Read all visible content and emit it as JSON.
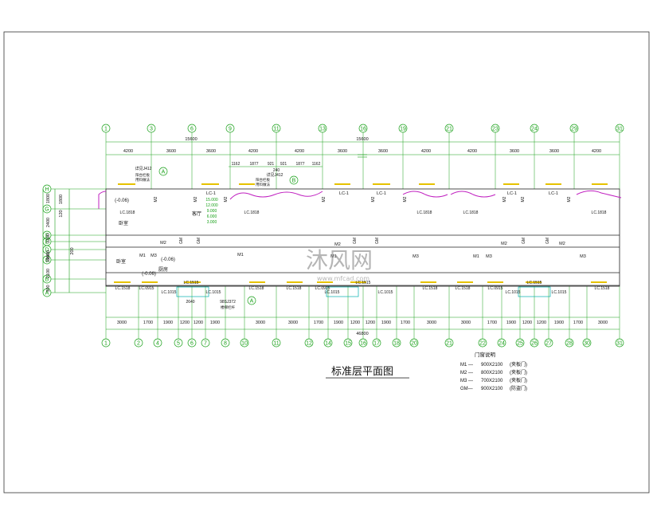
{
  "grid": {
    "top_axes": [
      "1",
      "3",
      "6",
      "9",
      "11",
      "13",
      "16",
      "19",
      "21",
      "23",
      "24",
      "29",
      "31"
    ],
    "bottom_axes": [
      "1",
      "2",
      "4",
      "5",
      "6",
      "7",
      "8",
      "10",
      "11",
      "12",
      "14",
      "15",
      "16",
      "17",
      "18",
      "20",
      "21",
      "22",
      "24",
      "25",
      "26",
      "27",
      "28",
      "30",
      "31"
    ],
    "left_axes": [
      "H",
      "G",
      "F",
      "E",
      "D",
      "C",
      "B",
      "A"
    ]
  },
  "dims": {
    "top_total_left": "15600",
    "top_total_right": "15600",
    "top_bays": [
      "4200",
      "3600",
      "3600",
      "4200",
      "4200",
      "3600",
      "3600",
      "4200",
      "4200",
      "3600",
      "3600",
      "4200"
    ],
    "bottom_total": "46800",
    "bottom_bays": [
      "3000",
      "1700",
      "1900",
      "1200",
      "1200",
      "1900",
      "3000",
      "3000",
      "1700",
      "1900",
      "1200",
      "1200",
      "1900",
      "1700",
      "3000",
      "3000",
      "1700",
      "1900",
      "1200",
      "1200",
      "1900",
      "1700",
      "3000"
    ],
    "left_rows": [
      "1800",
      "2400",
      "1200",
      "3900",
      "1600",
      "2100",
      "300"
    ],
    "left_sub": [
      "120",
      "1800",
      "200"
    ],
    "balcony_bays": [
      "1162",
      "1877",
      "921",
      "921",
      "1877",
      "1162"
    ],
    "balcony_center": "240"
  },
  "annotations": {
    "detail_note_1": "详见J412",
    "detail_note_2": "详见J412",
    "balcony_rail_1": "阳台栏板",
    "balcony_rail_2": "用料做法",
    "level_1": "(-0.06)",
    "level_2": "(-0.06)",
    "level_3": "(-0.06)",
    "floor_levels": [
      "15.000",
      "12.000",
      "9.000",
      "6.000",
      "3.000"
    ],
    "lc1": "LC-1",
    "lc1818": "LC.1818",
    "lc1515": "LC.1515",
    "lc1518": "LC.1518",
    "lc0915": "LC.0915",
    "lc1015": "LC.1015",
    "stair_ref": "98SJ372",
    "stair_note": "楼梯栏杆",
    "bottom_2640": "2640",
    "room_living": "客厅",
    "room_bed": "卧室",
    "room_kitchen": "厨房",
    "door_m1": "M1",
    "door_m2": "M2",
    "door_m3": "M3",
    "door_gm": "GM",
    "circle_a": "A",
    "circle_b": "B"
  },
  "title": "标准层平面图",
  "door_schedule": {
    "heading": "门窗说明",
    "rows": [
      {
        "code": "M1 —",
        "size": "900X2100",
        "type": "(夹板门)"
      },
      {
        "code": "M2 —",
        "size": "800X2100",
        "type": "(夹板门)"
      },
      {
        "code": "M3 —",
        "size": "700X2100",
        "type": "(夹板门)"
      },
      {
        "code": "GM—",
        "size": "900X2100",
        "type": "(防盗门)"
      }
    ]
  },
  "watermark": {
    "brand": "沐风网",
    "url": "www.mfcad.com"
  }
}
